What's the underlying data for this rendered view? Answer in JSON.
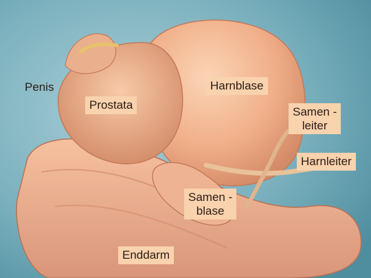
{
  "colors": {
    "background": "#6fa8b6",
    "organ": "#f2b48f",
    "organ_shadow": "#c97b5c",
    "label_bg": "#f9d2ae"
  },
  "labels": {
    "penis": "Penis",
    "prostata": "Prostata",
    "harnblase": "Harnblase",
    "samenleiter_1": "Samen -",
    "samenleiter_2": "leiter",
    "harnleiter": "Harnleiter",
    "samenblase_1": "Samen -",
    "samenblase_2": "blase",
    "enddarm": "Enddarm"
  }
}
